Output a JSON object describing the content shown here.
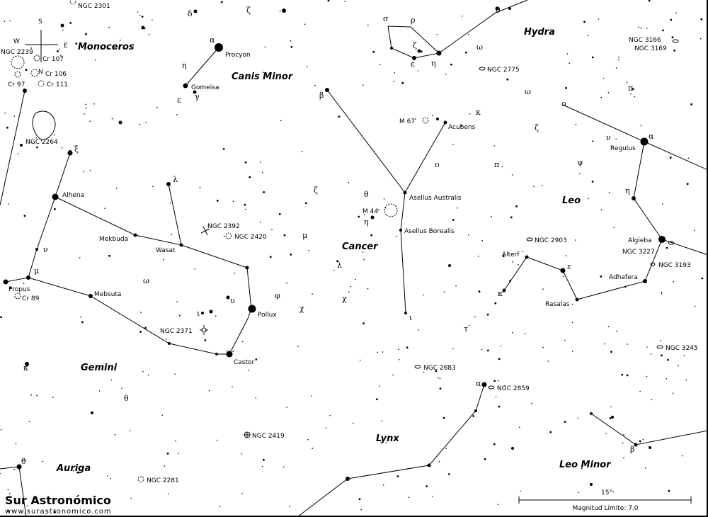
{
  "constellations": {
    "monoceros": "Monoceros",
    "canis_minor": "Canis Minor",
    "hydra": "Hydra",
    "leo": "Leo",
    "cancer": "Cancer",
    "gemini": "Gemini",
    "lynx": "Lynx",
    "auriga": "Auriga",
    "leo_minor": "Leo Minor"
  },
  "stars": {
    "procyon": "Procyon",
    "gomeisa": "Gomeisa",
    "acubens": "Acubens",
    "regulus": "Regulus",
    "alhena": "Alhena",
    "mekbuda": "Mekbuda",
    "wasat": "Wasat",
    "asellus_australis": "Asellus Australis",
    "asellus_borealis": "Asellus Borealis",
    "algieba": "Algieba",
    "alterf": "Alterf",
    "adhafera": "Adhafera",
    "rasalas": "Rasalas",
    "pollux": "Pollux",
    "castor": "Castor",
    "mebsuta": "Mebsuta",
    "propus": "Propus"
  },
  "objects": {
    "ngc2301": "NGC 2301",
    "ngc2239": "NGC 2239",
    "cr107": "Cr 107",
    "cr106": "Cr 106",
    "cr97": "Cr 97",
    "cr111": "Cr 111",
    "ngc2264": "NGC 2264",
    "ngc2392": "NGC 2392",
    "ngc2420": "NGC 2420",
    "ngc2371": "NGC 2371",
    "ngc2419": "NGC 2419",
    "ngc2281": "NGC 2281",
    "m67": "M 67",
    "m44": "M 44",
    "ngc2775": "NGC 2775",
    "ngc3166": "NGC 3166",
    "ngc3169": "NGC 3169",
    "ngc2903": "NGC 2903",
    "ngc3227": "NGC 3227",
    "ngc3193": "NGC 3193",
    "ngc3245": "NGC 3245",
    "ngc2683": "NGC 2683",
    "ngc2859": "NGC 2859",
    "cr89": "Cr 89"
  },
  "greek": [
    "δ",
    "ζ",
    "α",
    "η",
    "γ",
    "ε",
    "θ",
    "σ",
    "ρ",
    "ζ",
    "ε",
    "η",
    "ω",
    "β",
    "κ",
    "ο",
    "π",
    "ζ",
    "ω",
    "ν",
    "α",
    "π",
    "ψ",
    "ξ",
    "λ",
    "ζ",
    "θ",
    "η",
    "μ",
    "λ",
    "χ",
    "ν",
    "μ",
    "ω",
    "υ",
    "φ",
    "ι",
    "χ",
    "ι",
    "τ",
    "ε",
    "κ",
    "η",
    "κ",
    "θ",
    "α",
    "β",
    "θ",
    "ο"
  ],
  "compass": {
    "n": "N",
    "s": "S",
    "e": "E",
    "w": "W"
  },
  "footer": {
    "brand": "Sur Astronómico",
    "url": "www.surastronomico.com"
  },
  "scale": {
    "label": "15°",
    "limit": "Magnitud Límite: 7.0"
  },
  "colors": {
    "ink": "#000000",
    "background": "#ffffff"
  }
}
